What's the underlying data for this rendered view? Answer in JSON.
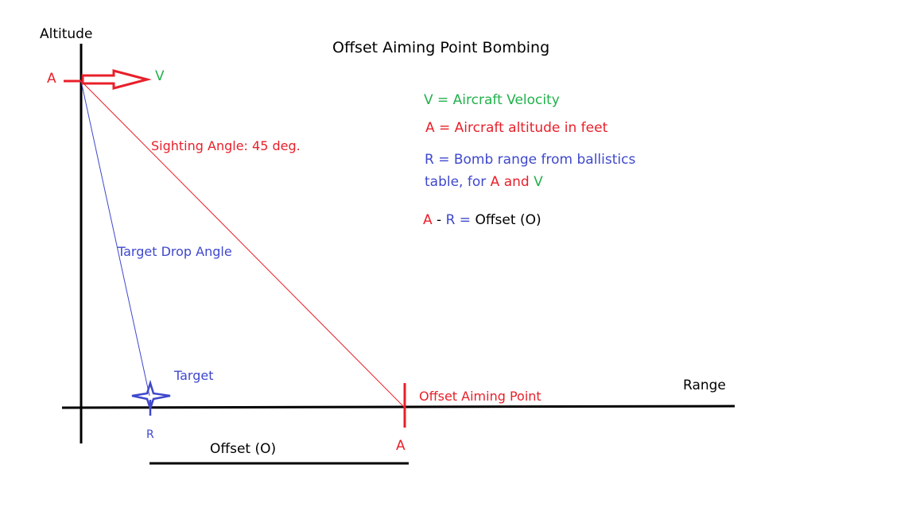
{
  "title": "Offset Aiming Point Bombing",
  "axes": {
    "y_label": "Altitude",
    "x_label": "Range"
  },
  "points": {
    "aircraft_label": "A",
    "velocity_label": "V",
    "target_label": "Target",
    "range_point_label": "R",
    "aim_point_label": "A",
    "offset_aiming_point_label": "Offset Aiming Point"
  },
  "lines": {
    "sighting_angle_label": "Sighting Angle: 45 deg.",
    "target_drop_angle_label": "Target Drop Angle"
  },
  "offset_label": "Offset (O)",
  "legend": {
    "velocity": "V = Aircraft Velocity",
    "altitude": "A = Aircraft altitude in feet",
    "range_line1": "R = Bomb range from ballistics",
    "range_line2_prefix": "table, for ",
    "range_line2_a": "A",
    "range_line2_and": " and ",
    "range_line2_v": "V",
    "formula_a": "A",
    "formula_dash": " - ",
    "formula_r": "R",
    "formula_eq": " = ",
    "formula_offset": "Offset (O)"
  },
  "colors": {
    "red": "#e8202a",
    "green": "#22b14c",
    "blue": "#3f48cc",
    "black": "#000000"
  }
}
